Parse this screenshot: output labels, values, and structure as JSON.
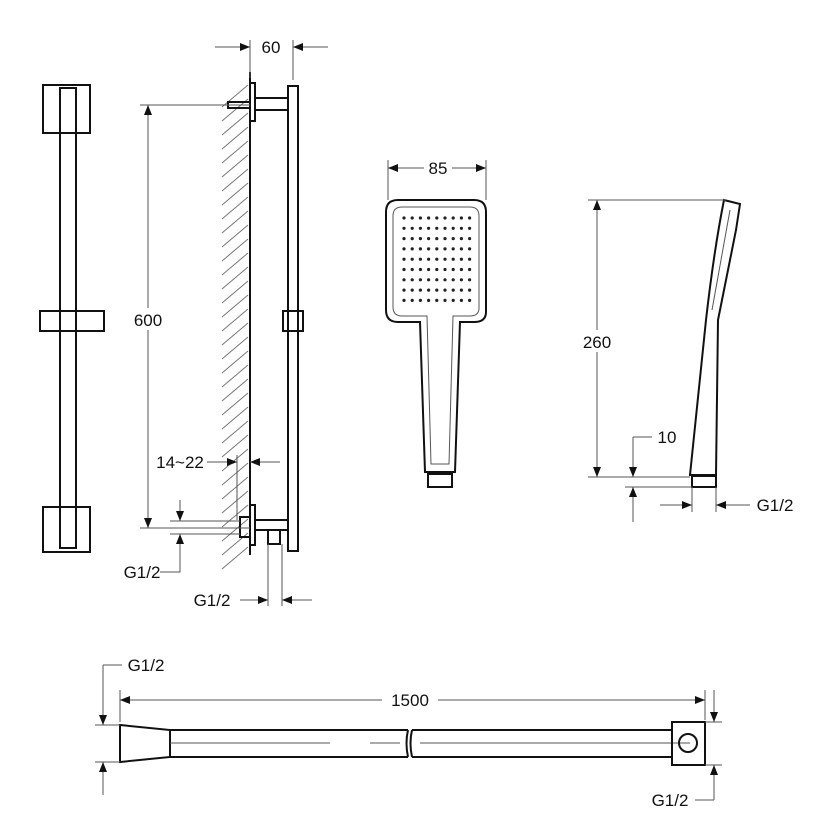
{
  "colors": {
    "line": "#111111",
    "background": "#ffffff"
  },
  "rail": {
    "width_label": "60",
    "height_label": "600",
    "wall_gap_label": "14~22",
    "inlet_label": "G1/2",
    "outlet_label": "G1/2"
  },
  "handshower": {
    "width_label": "85",
    "length_label": "260",
    "connector_height_label": "10",
    "thread_label": "G1/2"
  },
  "hose": {
    "length_label": "1500",
    "left_thread_label": "G1/2",
    "right_thread_label": "G1/2"
  }
}
